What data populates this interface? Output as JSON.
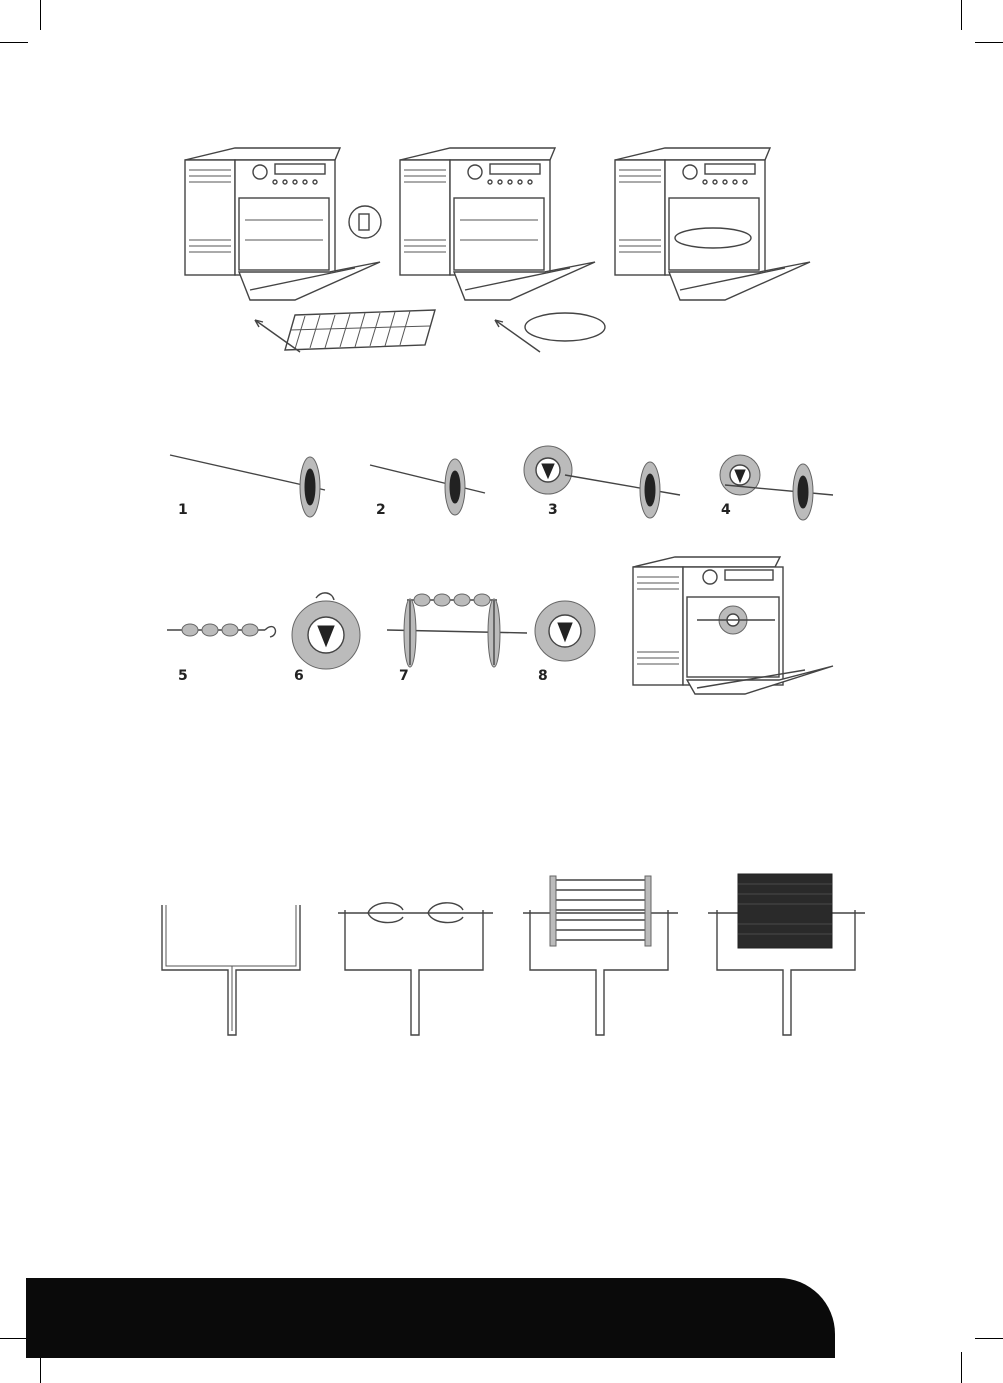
{
  "illustrations": {
    "top_row": [
      "oven-with-rack",
      "oven-with-tray",
      "oven-with-tray-installed"
    ],
    "rotisserie_steps": [
      {
        "label": "1"
      },
      {
        "label": "2"
      },
      {
        "label": "3"
      },
      {
        "label": "4"
      },
      {
        "label": "5"
      },
      {
        "label": "6"
      },
      {
        "label": "7"
      },
      {
        "label": "8"
      }
    ],
    "bottom_row": [
      "handle-tool",
      "handle-with-skewers",
      "handle-with-basket-frame",
      "handle-with-mesh-basket"
    ]
  },
  "colors": {
    "line": "#444444",
    "footer": "#0a0a0a"
  }
}
